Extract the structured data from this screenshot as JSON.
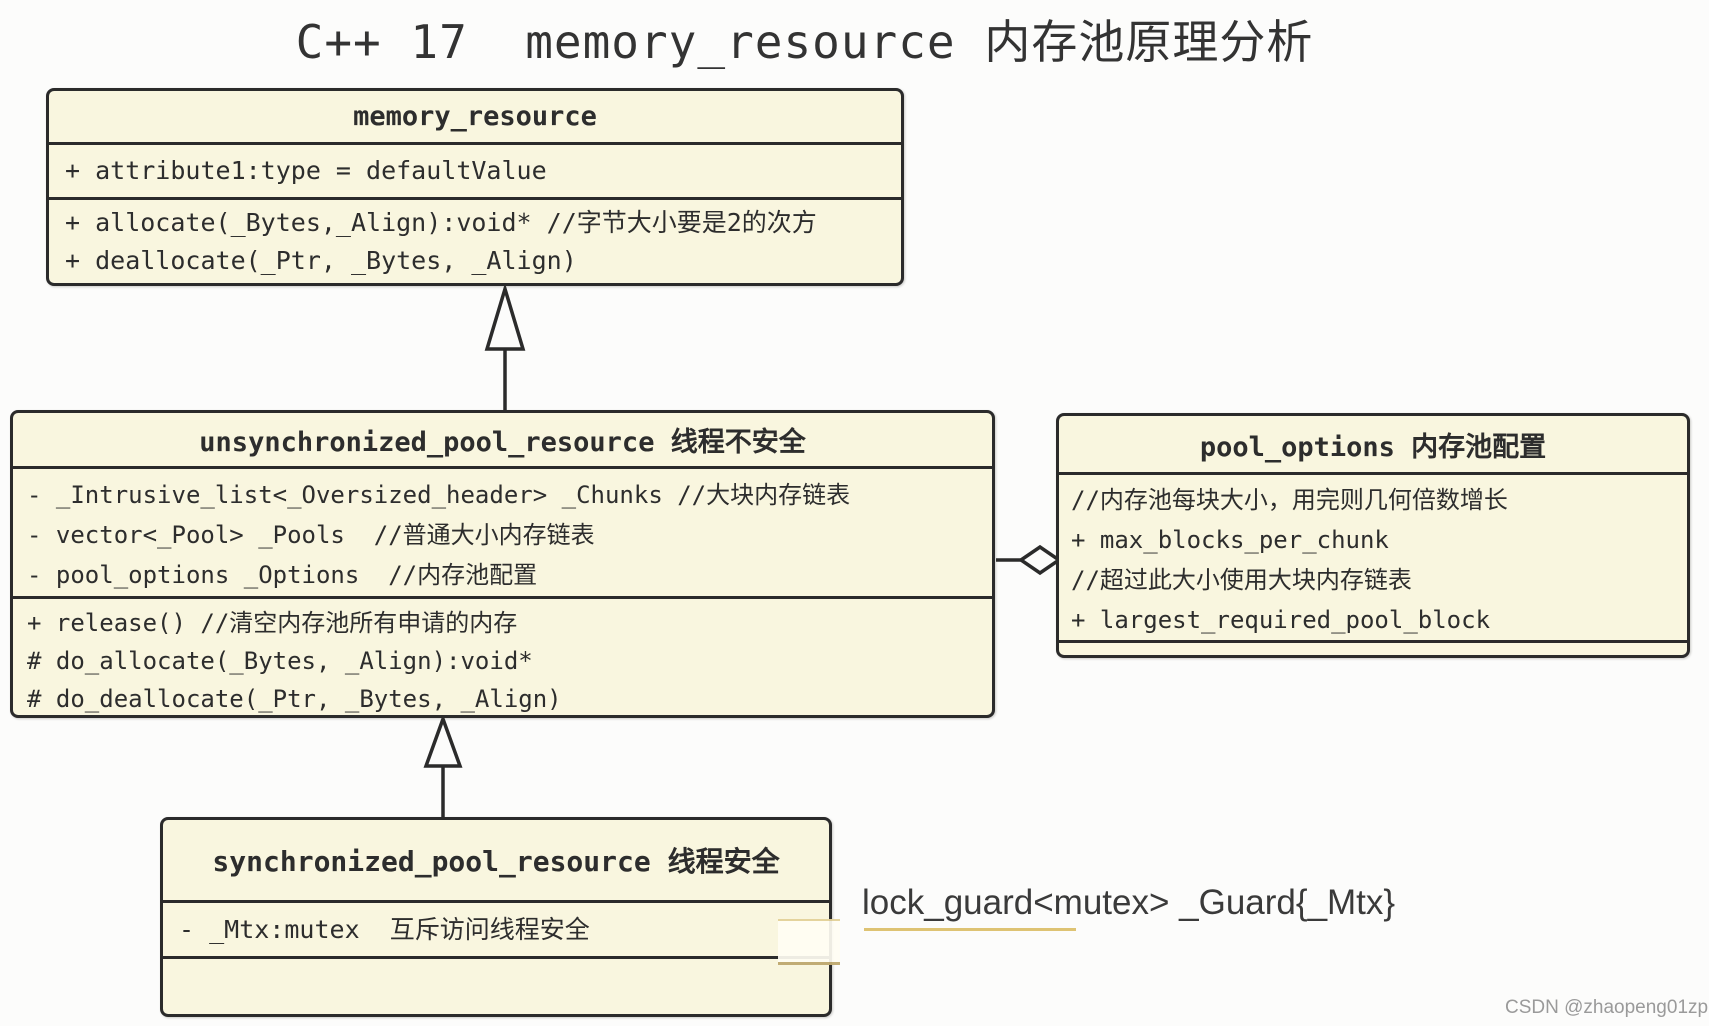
{
  "title": "C++ 17  memory_resource 内存池原理分析",
  "diagram_style": {
    "box_fill": "#f9f6df",
    "box_border": "#2b2b2b",
    "underline_accent": "#d8b85a"
  },
  "classes": [
    {
      "id": "memory_resource",
      "header": "memory_resource",
      "attributes": [
        "+ attribute1:type = defaultValue"
      ],
      "methods": [
        "+ allocate(_Bytes,_Align):void* //字节大小要是2的次方",
        "+ deallocate(_Ptr, _Bytes, _Align)"
      ]
    },
    {
      "id": "unsynchronized_pool_resource",
      "header": "unsynchronized_pool_resource 线程不安全",
      "attributes": [
        "- _Intrusive_list<_Oversized_header> _Chunks //大块内存链表",
        "- vector<_Pool> _Pools  //普通大小内存链表",
        "- pool_options _Options  //内存池配置"
      ],
      "methods": [
        "+ release() //清空内存池所有申请的内存",
        "# do_allocate(_Bytes, _Align):void*",
        "# do_deallocate(_Ptr, _Bytes, _Align)"
      ]
    },
    {
      "id": "pool_options",
      "header": "pool_options 内存池配置",
      "attributes": [
        "//内存池每块大小，用完则几何倍数增长",
        "+ max_blocks_per_chunk",
        "//超过此大小使用大块内存链表",
        "+ largest_required_pool_block"
      ],
      "methods": []
    },
    {
      "id": "synchronized_pool_resource",
      "header": "synchronized_pool_resource 线程安全",
      "attributes": [
        "- _Mtx:mutex  互斥访问线程安全"
      ],
      "methods": []
    }
  ],
  "relations": [
    {
      "type": "inheritance",
      "from": "unsynchronized_pool_resource",
      "to": "memory_resource"
    },
    {
      "type": "inheritance",
      "from": "synchronized_pool_resource",
      "to": "unsynchronized_pool_resource"
    },
    {
      "type": "aggregation",
      "from": "unsynchronized_pool_resource",
      "to": "pool_options"
    }
  ],
  "annotation": "lock_guard<mutex> _Guard{_Mtx}",
  "watermark": "CSDN @zhaopeng01zp"
}
